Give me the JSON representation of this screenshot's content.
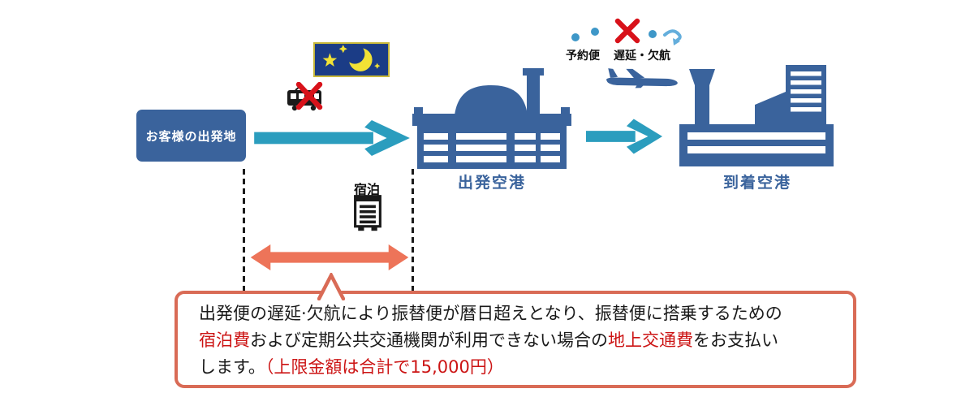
{
  "flow": {
    "origin_label": "お客様の出発地",
    "departure_airport_label": "出発空港",
    "arrival_airport_label": "到着空港"
  },
  "top_annotation": {
    "reserved_flight_label": "予約便",
    "delay_cancel_label": "遅延・欠航"
  },
  "lodging": {
    "label": "宿泊"
  },
  "callout": {
    "line1": "出発便の遅延·欠航により振替便が暦日超えとなり、振替便に搭乗するための",
    "line2": {
      "red1": "宿泊費",
      "black1": "および定期公共交通機関が利用できない場合の",
      "red2": "地上交通費",
      "black2": "をお支払い"
    },
    "line3": {
      "black": "します。",
      "red": "（上限金額は合計で15,000円）"
    }
  },
  "icons": {
    "night-moon-icon": "crescent moon with stars on navy plaque",
    "no-train-icon": "black train crossed out with red X",
    "departure-airport-icon": "terminal building with dome and control tower",
    "arrival-airport-icon": "terminal building with tower and high-rise",
    "airplane-icon": "jet silhouette",
    "cancel-x-icon": "red X over dotted flight path",
    "curve-arrow-icon": "small turn-back arrow",
    "hotel-icon": "outlined hotel building",
    "flow-arrow-icon": "teal arrow",
    "coverage-span-arrow-icon": "salmon double-headed arrow"
  },
  "colors": {
    "primary_blue": "#3A639C",
    "teal": "#2B9DBE",
    "salmon_arrow": "#ED7459",
    "callout_border": "#D96B56",
    "red_text": "#CC1414",
    "x_red": "#D8121A",
    "night_navy": "#1B3C86",
    "moon_yellow": "#F2E235",
    "dot_blue": "#3E97C8",
    "hook_blue": "#64AEDC"
  }
}
